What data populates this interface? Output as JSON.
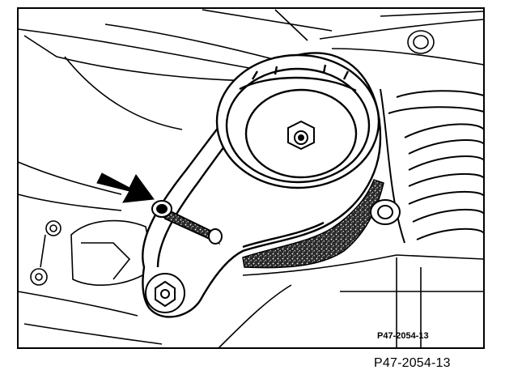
{
  "figure": {
    "inner_label": "P47-2054-13",
    "caption": "P47-2054-13",
    "arrow_icon": "bold-arrow-pointing-to-dowel",
    "ink_color": "#000000",
    "paper_color": "#ffffff"
  }
}
